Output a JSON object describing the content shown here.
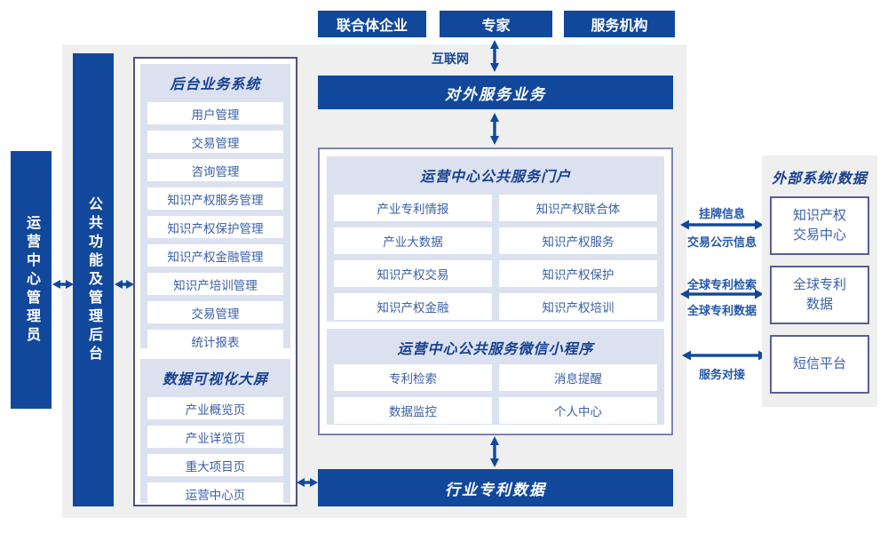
{
  "colors": {
    "primary_blue": "#11489b",
    "item_text_blue": "#3a5fa8",
    "header_text_blue": "#16418f",
    "lavender_panel": "#dce1f0",
    "gray_background": "#efefef",
    "left_panel_border": "#4d5285",
    "center_panel_border": "#7e84ae"
  },
  "top_actors": [
    "联合体企业",
    "专家",
    "服务机构"
  ],
  "internet_label": "互联网",
  "external_service_bar": "对外服务业务",
  "industry_patent_bar": "行业专利数据",
  "left_column": {
    "admin": "运营中心管理员",
    "backend": "公共功能及管理后台"
  },
  "backend_panel": {
    "title": "后台业务系统",
    "items": [
      "用户管理",
      "交易管理",
      "咨询管理",
      "知识产权服务管理",
      "知识产权保护管理",
      "知识产权金融管理",
      "知识产培训管理",
      "交易管理",
      "统计报表"
    ]
  },
  "dashboard_panel": {
    "title": "数据可视化大屏",
    "items": [
      "产业概览页",
      "产业详览页",
      "重大项目页",
      "运营中心页"
    ]
  },
  "portal_panel": {
    "title": "运营中心公共服务门户",
    "rows": [
      [
        "产业专利情报",
        "知识产权联合体"
      ],
      [
        "产业大数据",
        "知识产权服务"
      ],
      [
        "知识产权交易",
        "知识产权保护"
      ],
      [
        "知识产权金融",
        "知识产权培训"
      ]
    ]
  },
  "miniprogram_panel": {
    "title": "运营中心公共服务微信小程序",
    "rows": [
      [
        "专利检索",
        "消息提醒"
      ],
      [
        "数据监控",
        "个人中心"
      ]
    ]
  },
  "external_panel": {
    "title": "外部系统/数据",
    "items": [
      "知识产权交易中心",
      "全球专利数据",
      "短信平台"
    ]
  },
  "link_labels": {
    "listing_info": "挂牌信息",
    "trade_publicity": "交易公示信息",
    "global_patent_search": "全球专利检索",
    "global_patent_data": "全球专利数据",
    "service_connect": "服务对接"
  }
}
